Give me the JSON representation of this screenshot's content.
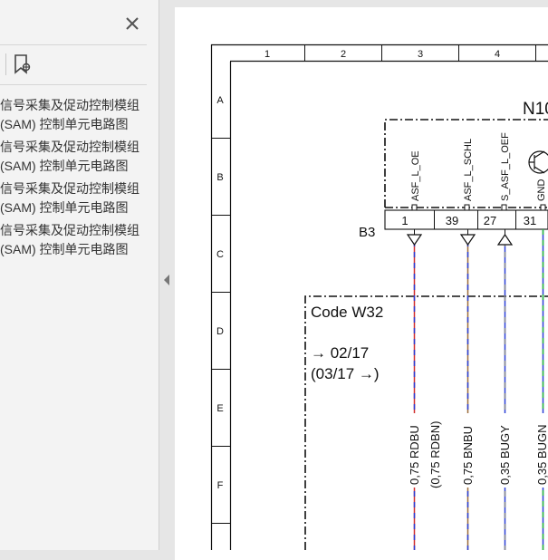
{
  "sidebar": {
    "close_icon": "close-icon",
    "bookmark_icon": "bookmark-icon",
    "bookmarks": [
      {
        "line1": "信号采集及促动控制模组",
        "line2": "(SAM) 控制单元电路图"
      },
      {
        "line1": "信号采集及促动控制模组",
        "line2": "(SAM) 控制单元电路图"
      },
      {
        "line1": "信号采集及促动控制模组",
        "line2": "(SAM) 控制单元电路图"
      },
      {
        "line1": "信号采集及促动控制模组",
        "line2": "(SAM) 控制单元电路图"
      }
    ]
  },
  "splitter": {
    "collapse_icon": "collapse-left-icon"
  },
  "diagram": {
    "columns": [
      "1",
      "2",
      "3",
      "4"
    ],
    "rows": [
      "A",
      "B",
      "C",
      "D",
      "E",
      "F"
    ],
    "module_label": "N10",
    "connector_label": "B3",
    "code_box": {
      "title": "Code W32",
      "line1": "→ 02/17",
      "line2": "(03/17 →)"
    },
    "pins": [
      {
        "number": "1",
        "signal": "ASF_L_OE",
        "wire": "0,75 RDBU",
        "wire_alt": "(0,75 RDBN)",
        "color1": "#d03030",
        "color2": "#2b3fd6"
      },
      {
        "number": "39",
        "signal": "ASF_L_SCHL",
        "wire": "0,75 BNBU",
        "wire_alt": "",
        "color1": "#9a6a3a",
        "color2": "#2b3fd6"
      },
      {
        "number": "27",
        "signal": "S_ASF_L_OEF",
        "wire": "0,35 BUGY",
        "wire_alt": "",
        "color1": "#2b3fd6",
        "color2": "#8a8a8a"
      },
      {
        "number": "31",
        "signal": "GND",
        "wire": "0,35 BUGN",
        "wire_alt": "",
        "color1": "#2b3fd6",
        "color2": "#2fbf3a"
      }
    ]
  }
}
